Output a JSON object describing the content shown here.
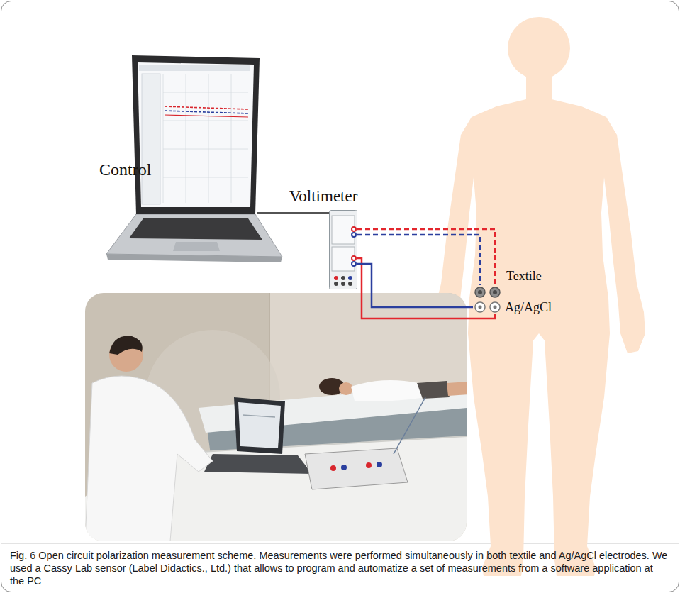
{
  "diagram": {
    "caption": "Fig. 6 Open circuit polarization measurement scheme. Measurements were performed simultaneously in both textile and Ag/AgCl electrodes. We used a Cassy Lab sensor (Label Didactics., Ltd.) that allows to program and automatize a set of measurements from a software application at the PC",
    "nodes": [
      {
        "text": [
          "Voltimeter"
        ]
      },
      {
        "text": [
          "Textile"
        ]
      },
      {
        "text": [
          "Ag/AgCl"
        ]
      }
    ],
    "edges": [
      {
        "from": 0,
        "to": 1,
        "arrow": "none"
      },
      {
        "from": 0,
        "to": 1,
        "arrow": "none"
      },
      {
        "from": 0,
        "to": 2,
        "arrow": "none"
      },
      {
        "from": 0,
        "to": 2,
        "arrow": "none"
      }
    ],
    "labels": [
      "Control"
    ]
  }
}
